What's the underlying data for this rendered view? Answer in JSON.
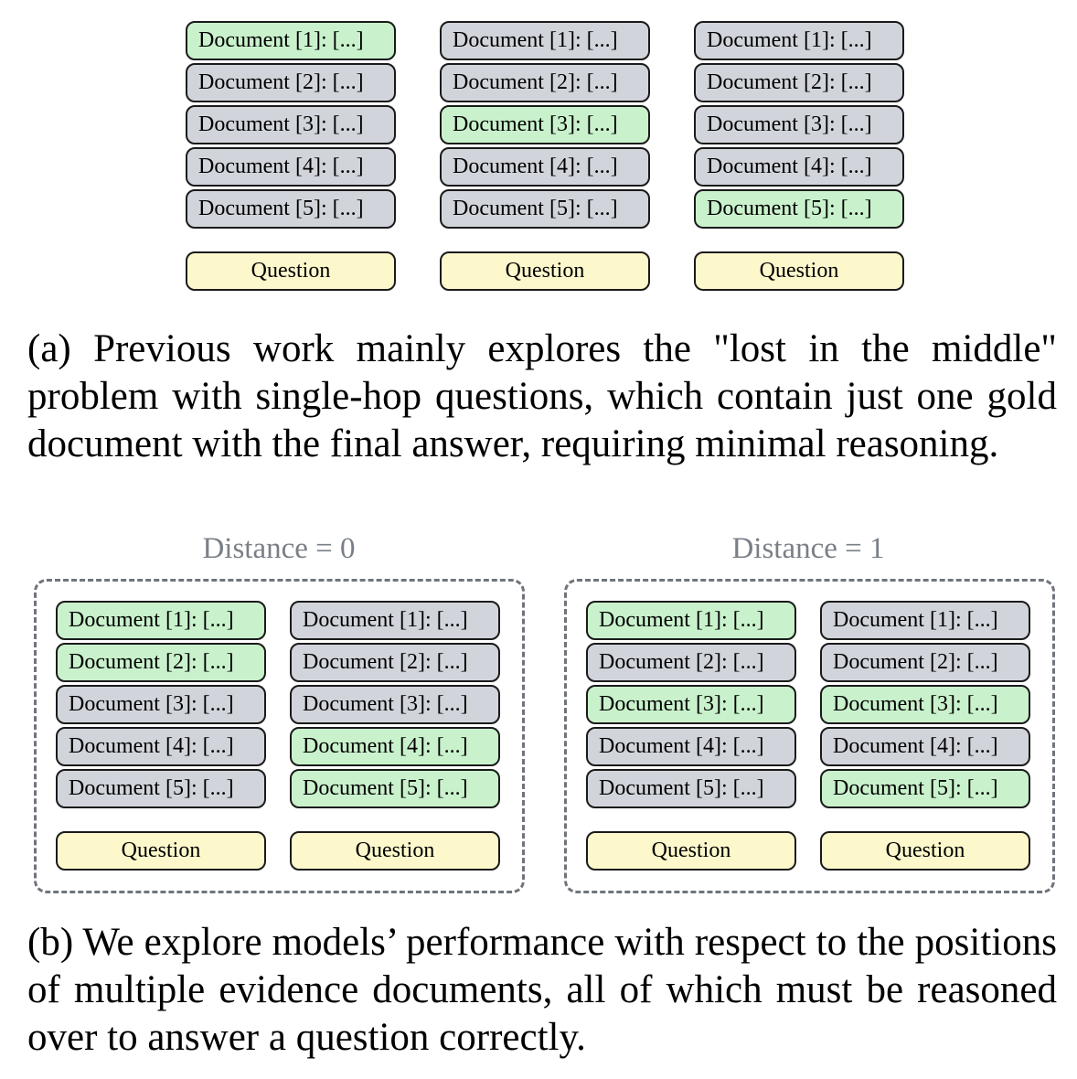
{
  "doc_labels": [
    "Document [1]: [...]",
    "Document [2]: [...]",
    "Document [3]: [...]",
    "Document [4]: [...]",
    "Document [5]: [...]"
  ],
  "question_label": "Question",
  "colors": {
    "plain_document": "#d1d5db",
    "gold_document": "#c9f2cc",
    "question": "#fdf8cb",
    "border": "#1a1a1a",
    "group_frame": "#6f747c",
    "group_title": "#7a7f87"
  },
  "panel_a": {
    "stacks": [
      {
        "gold_documents": [
          1
        ]
      },
      {
        "gold_documents": [
          3
        ]
      },
      {
        "gold_documents": [
          5
        ]
      }
    ],
    "caption": "(a) Previous work mainly explores the \"lost in the middle\" problem with single-hop questions, which contain just one gold document with the final answer, requiring minimal reasoning."
  },
  "panel_b": {
    "groups": [
      {
        "title": "Distance = 0",
        "stacks": [
          {
            "gold_documents": [
              1,
              2
            ]
          },
          {
            "gold_documents": [
              4,
              5
            ]
          }
        ]
      },
      {
        "title": "Distance = 1",
        "stacks": [
          {
            "gold_documents": [
              1,
              3
            ]
          },
          {
            "gold_documents": [
              3,
              5
            ]
          }
        ]
      }
    ],
    "caption": "(b) We explore models’ performance with respect to the positions of multiple evidence documents, all of which must be reasoned over to answer a question correctly."
  }
}
